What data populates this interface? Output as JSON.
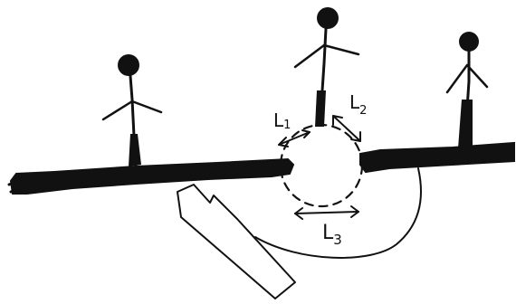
{
  "labels": {
    "l1": {
      "main": "L",
      "sub": "1"
    },
    "l2": {
      "main": "L",
      "sub": "2"
    },
    "l3": {
      "main": "L",
      "sub": "3"
    }
  },
  "colors": {
    "ink": "#111111",
    "background": "#ffffff"
  }
}
